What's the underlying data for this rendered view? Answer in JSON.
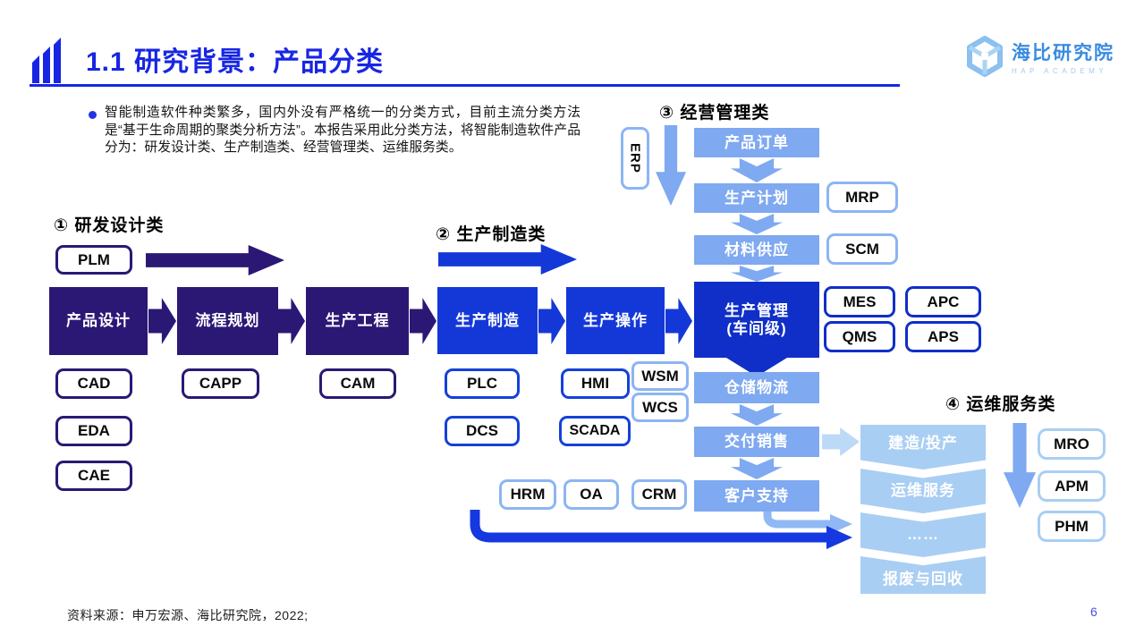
{
  "slide": {
    "title": "1.1 研究背景：产品分类",
    "page_number": "6",
    "source": "资料来源：申万宏源、海比研究院，2022;",
    "logo": {
      "name": "海比研究院",
      "subtitle": "HAP ACADEMY"
    }
  },
  "intro": {
    "text": "智能制造软件种类繁多，国内外没有严格统一的分类方式，目前主流分类方法是“基于生命周期的聚类分析方法”。本报告采用此分类方法，将智能制造软件产品分为：研发设计类、生产制造类、经营管理类、运维服务类。"
  },
  "rd": {
    "title": "① 研发设计类",
    "plm": "PLM",
    "flow": [
      "产品设计",
      "流程规划",
      "生产工程"
    ],
    "chips": [
      "CAD",
      "CAPP",
      "CAM",
      "EDA",
      "CAE"
    ]
  },
  "mfg": {
    "title": "② 生产制造类",
    "flow": [
      "生产制造",
      "生产操作"
    ],
    "chips": [
      "PLC",
      "HMI",
      "DCS",
      "SCADA"
    ]
  },
  "mgmt": {
    "title": "③ 经营管理类",
    "erp": "ERP",
    "flow": [
      "产品订单",
      "生产计划",
      "材料供应"
    ],
    "prod_mgmt": {
      "line1": "生产管理",
      "line2": "(车间级)"
    },
    "flow2": [
      "仓储物流",
      "交付销售",
      "客户支持"
    ],
    "chips": {
      "mrp": "MRP",
      "scm": "SCM",
      "mes": "MES",
      "apc": "APC",
      "qms": "QMS",
      "aps": "APS",
      "wsm": "WSM",
      "wcs": "WCS",
      "hrm": "HRM",
      "oa": "OA",
      "crm": "CRM"
    }
  },
  "oam": {
    "title": "④ 运维服务类",
    "flow": [
      "建造/投产",
      "运维服务",
      "……",
      "报废与回收"
    ],
    "chips": [
      "MRO",
      "APM",
      "PHM"
    ]
  },
  "colors": {
    "title_blue": "#1726E3",
    "navy": "#2B1875",
    "bright_blue": "#1438D8",
    "deep_blue": "#0F2FC8",
    "mid_blue": "#7FA9F0",
    "light_blue": "#A9CEF3",
    "chip_light_border": "#8CB5F2",
    "pale_arrow": "#BCD9F7"
  }
}
